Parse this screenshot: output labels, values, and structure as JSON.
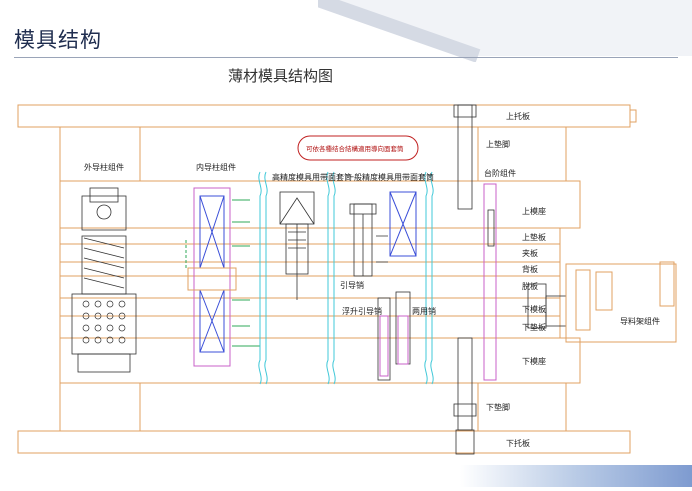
{
  "page": {
    "title": "模具结构"
  },
  "diagram": {
    "heading": "薄材模具结构图",
    "note_box": "可依各種结合結構適用導向面套筒",
    "labels": {
      "outer_guide": "外导柱组件",
      "inner_guide": "内导柱组件",
      "high_precision": "高精度模具用带面套筒",
      "general_mold": "一般精度模具用带面套筒",
      "upper_support": "上托板",
      "upper_foot": "上垫脚",
      "platform": "台阶组件",
      "upper_die_seat": "上模座",
      "upper_pad": "上垫板",
      "clamp_plate": "夹板",
      "back_plate": "背板",
      "stripper_plate": "脱板",
      "lower_die_plate": "下模板",
      "lower_pad": "下垫板",
      "lower_die_seat": "下模座",
      "lower_foot": "下垫脚",
      "lower_support": "下托板",
      "pilot_pin": "引导销",
      "floating_pin": "浮升引导销",
      "guide_pin": "两用销",
      "guide_frame": "导料架组件"
    }
  }
}
